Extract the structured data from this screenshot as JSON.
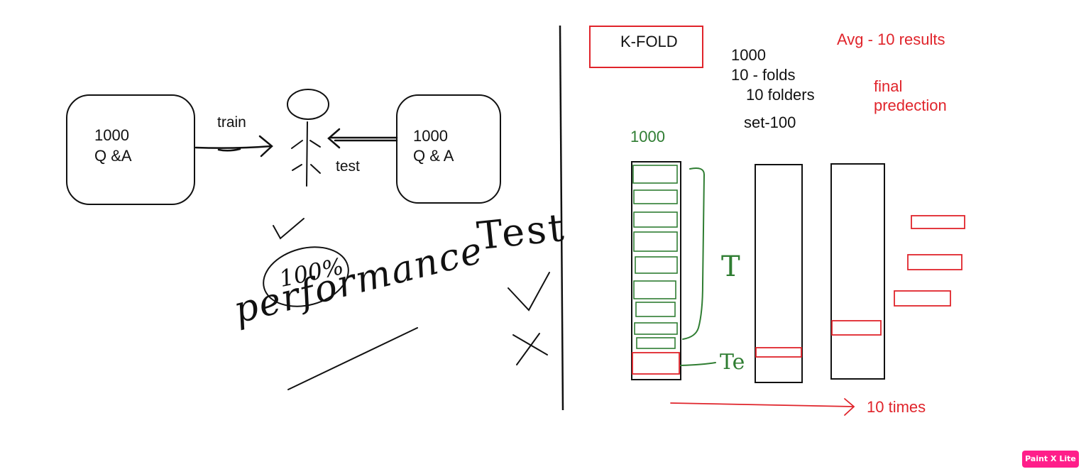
{
  "colors": {
    "ink": "#111111",
    "red": "#e0242b",
    "green": "#2f7d32",
    "badge": "#ff1e8a"
  },
  "left": {
    "train_box": {
      "line1": "1000",
      "line2": "Q &A"
    },
    "test_box": {
      "line1": "1000",
      "line2": "Q & A"
    },
    "train_label": "train",
    "test_label": "test",
    "performance_word": "performance",
    "percent_word": "100%",
    "test_word": "Test"
  },
  "right": {
    "kfold_title": "K-FOLD",
    "notes": {
      "n": "1000",
      "folds": "10 - folds",
      "folders": "10 folders",
      "set": "set-100"
    },
    "avg": "Avg - 10 results",
    "final": "final",
    "prediction": "predection",
    "column_count": "1000",
    "train_mark": "T",
    "test_mark": "Te",
    "times": "10 times"
  },
  "icons": [
    "stick-figure-icon",
    "check-mark-icon",
    "cross-mark-icon",
    "arrow-right-icon"
  ],
  "branding": {
    "watermark": "Paint X Lite"
  }
}
